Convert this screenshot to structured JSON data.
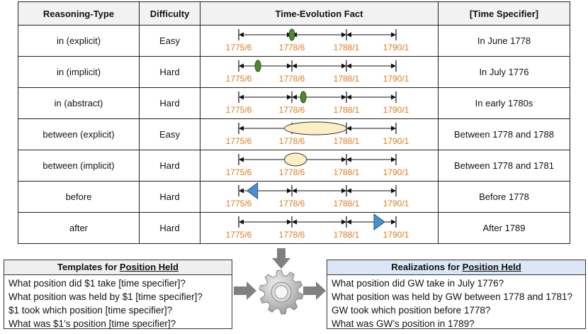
{
  "table": {
    "headers": [
      "Reasoning-Type",
      "Difficulty",
      "Time-Evolution Fact",
      "[Time Specifier]"
    ],
    "ticks": [
      "1775/6",
      "1778/6",
      "1788/1",
      "1790/1"
    ],
    "rows": [
      {
        "type": "in (explicit)",
        "difficulty": "Easy",
        "specifier": "In June 1778",
        "marker": {
          "kind": "point",
          "date": "1778/6"
        }
      },
      {
        "type": "in (implicit)",
        "difficulty": "Hard",
        "specifier": "In July 1776",
        "marker": {
          "kind": "point",
          "date": "1776/7"
        }
      },
      {
        "type": "in (abstract)",
        "difficulty": "Hard",
        "specifier": "In early 1780s",
        "marker": {
          "kind": "point",
          "date": "1780/6"
        }
      },
      {
        "type": "between (explicit)",
        "difficulty": "Easy",
        "specifier": "Between 1778 and 1788",
        "marker": {
          "kind": "interval",
          "from": "1778/1",
          "to": "1788/1"
        }
      },
      {
        "type": "between (implicit)",
        "difficulty": "Hard",
        "specifier": "Between 1778 and 1781",
        "marker": {
          "kind": "interval",
          "from": "1778/1",
          "to": "1781/1"
        }
      },
      {
        "type": "before",
        "difficulty": "Hard",
        "specifier": "Before 1778",
        "marker": {
          "kind": "before",
          "date": "1778"
        }
      },
      {
        "type": "after",
        "difficulty": "Hard",
        "specifier": "After 1789",
        "marker": {
          "kind": "after",
          "date": "1789"
        }
      }
    ]
  },
  "templates": {
    "title_prefix": "Templates for ",
    "title_underlined": "Position Held",
    "lines": [
      "What position did $1 take [time specifier]?",
      "What position was held by $1 [time specifier]?",
      "$1 took which position [time specifier]?",
      "What was $1’s position [time specifier]?"
    ]
  },
  "realizations": {
    "title_prefix": "Realizations for ",
    "title_underlined": "Position Held",
    "lines": [
      "What position did GW take in July 1776?",
      "What position was held by GW between 1778 and 1781?",
      "GW took which position before 1778?",
      "What was GW’s position in 1789?"
    ]
  },
  "icons": {
    "center": "gear-icon",
    "arrows": [
      "arrow-down-icon",
      "arrow-right-icon",
      "arrow-right-icon"
    ]
  },
  "colors": {
    "tick_label": "#e07b1e",
    "point_marker": "#4e8a2f",
    "interval_marker": "#fdefc4",
    "triangle_marker": "#4a8fd2",
    "realizations_header": "#dbe7f6",
    "arrow": "#808080"
  }
}
